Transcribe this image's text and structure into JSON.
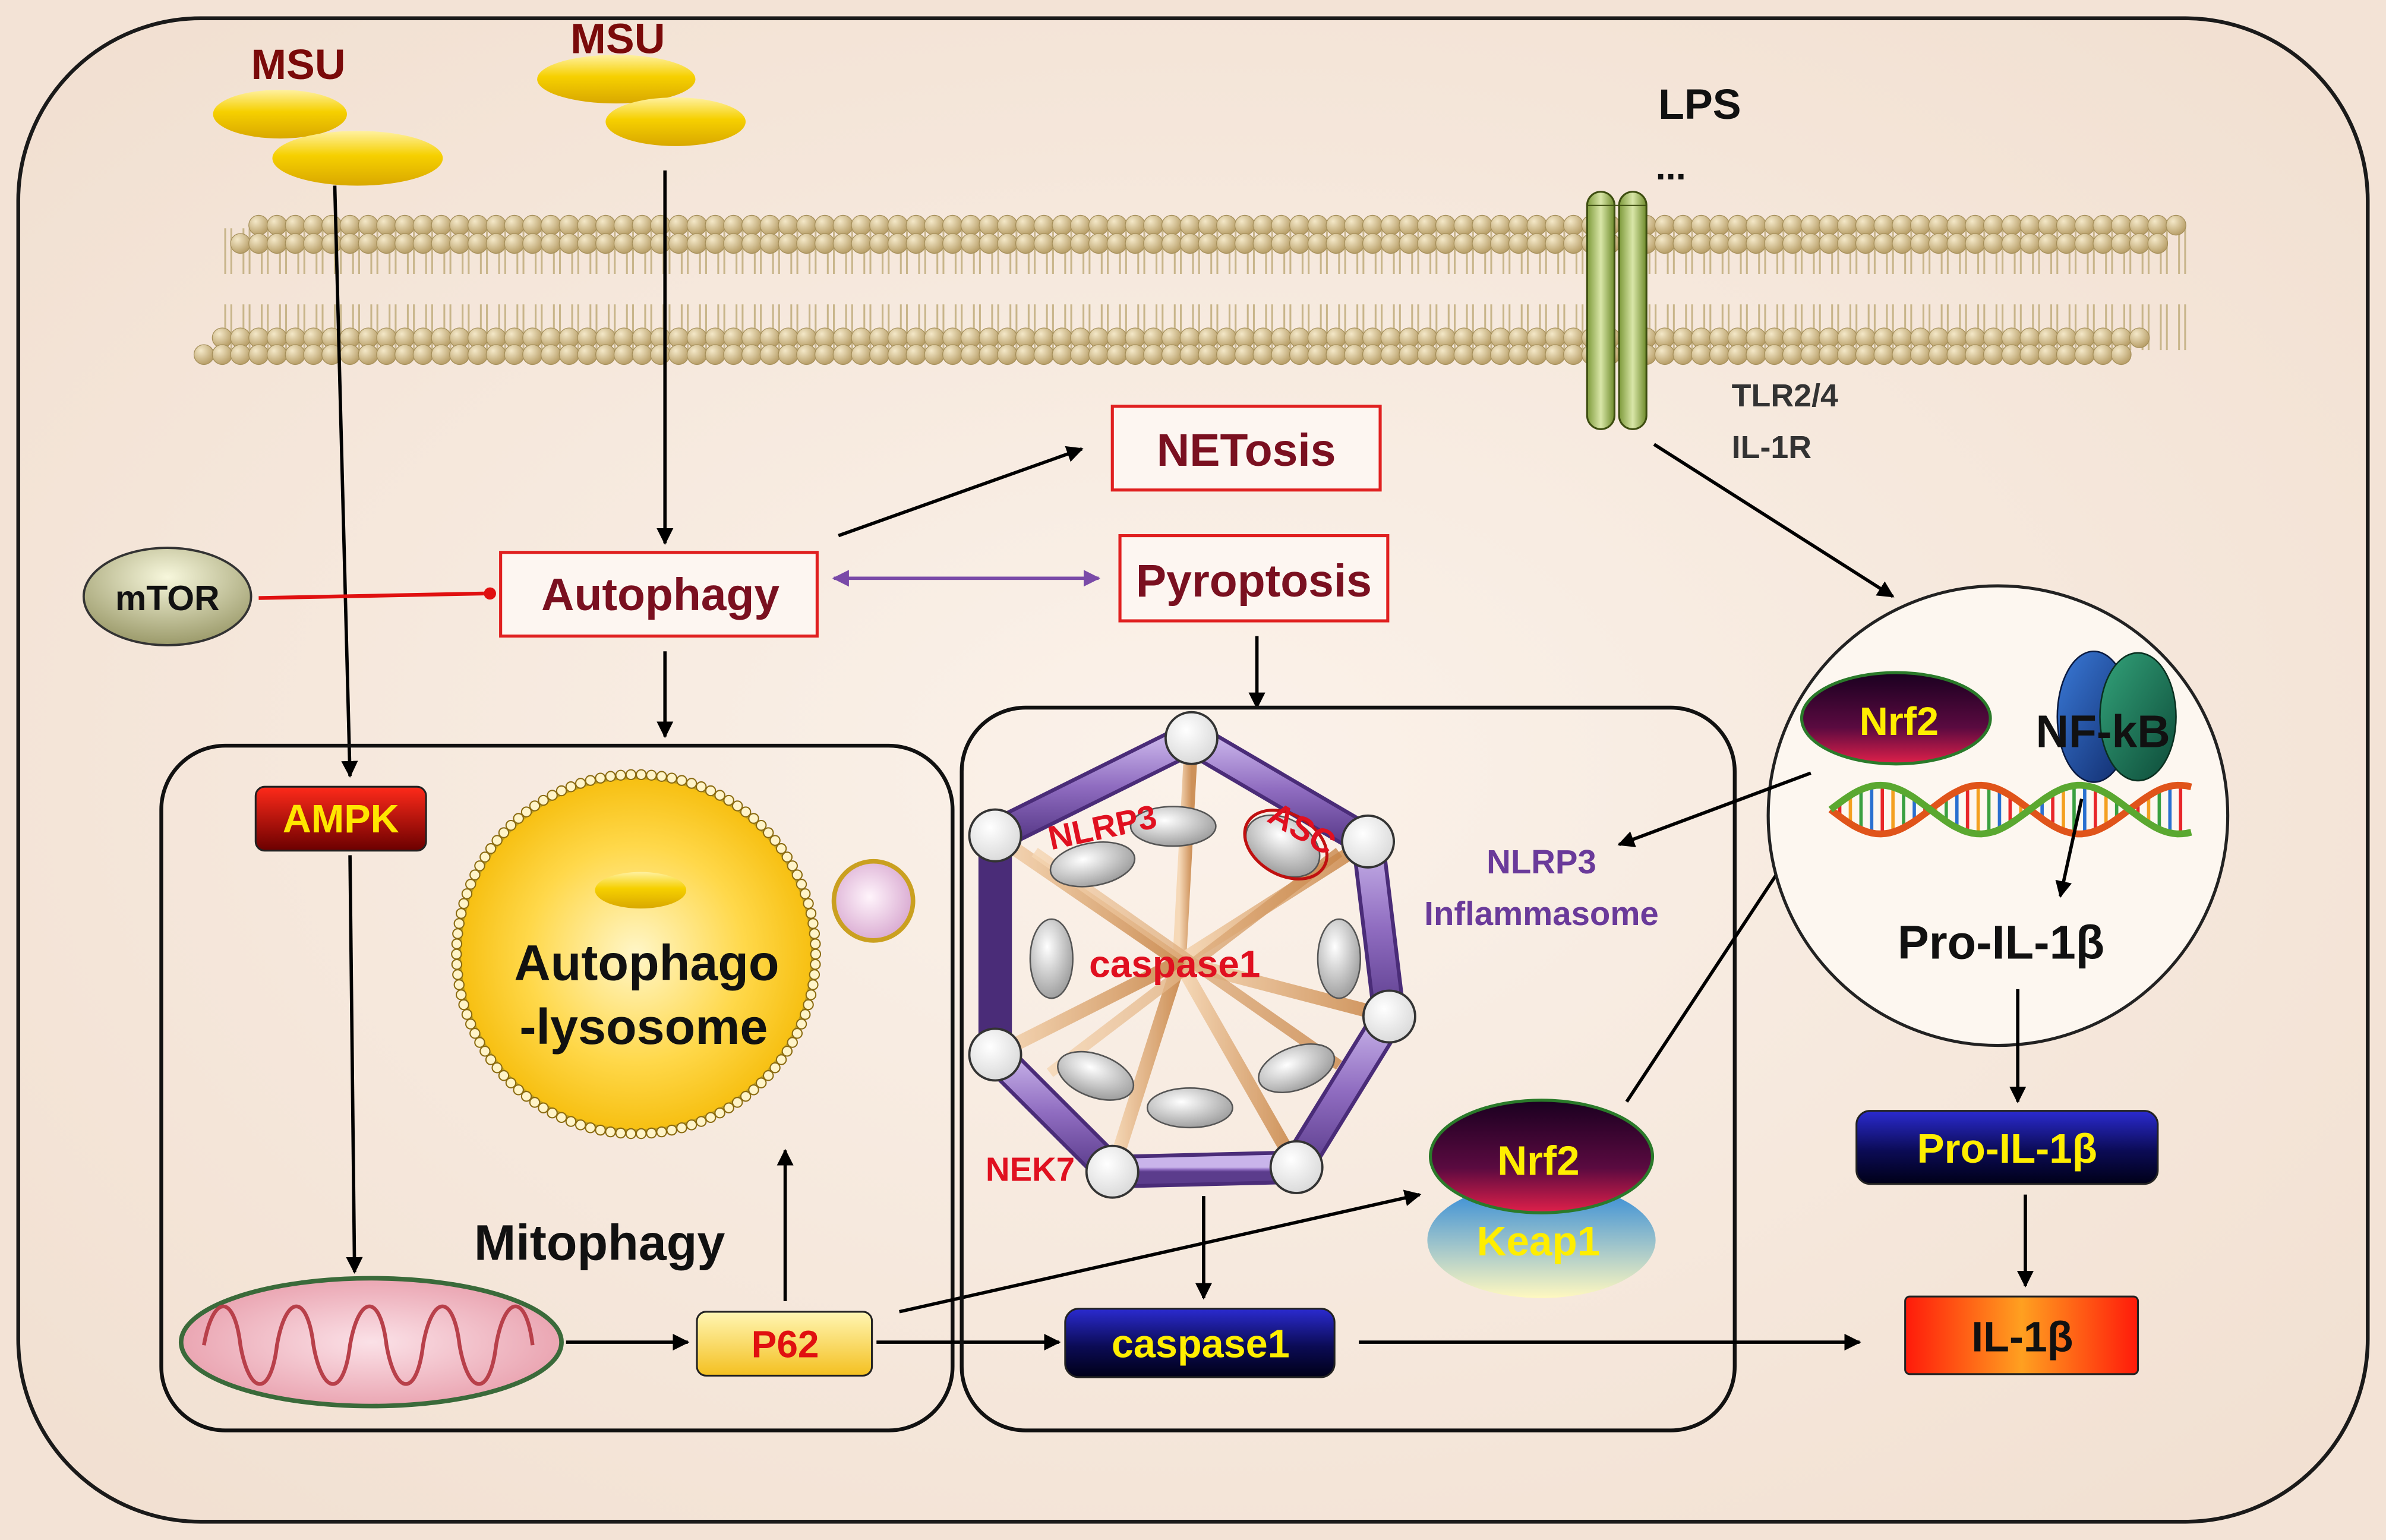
{
  "stimulus": {
    "msu_left": "MSU",
    "msu_right": "MSU",
    "lps": "LPS",
    "lps_more": "..."
  },
  "receptors": {
    "line1": "TLR2/4",
    "line2": "IL-1R"
  },
  "process_boxes": {
    "netosis": "NETosis",
    "autophagy": "Autophagy",
    "pyroptosis": "Pyroptosis"
  },
  "regulators": {
    "mtor": "mTOR",
    "ampk": "AMPK",
    "p62": "P62"
  },
  "autophagy_panel": {
    "autolysosome_line1": "Autophago",
    "autolysosome_line2": "-lysosome",
    "mitophagy": "Mitophagy"
  },
  "inflammasome_panel": {
    "nlrp3": "NLRP3",
    "asc": "ASC",
    "caspase1_core": "caspase1",
    "nek7": "NEK7",
    "caspase1": "caspase1"
  },
  "nrf2_keap1": {
    "nrf2": "Nrf2",
    "keap1": "Keap1"
  },
  "nucleus": {
    "nrf2": "Nrf2",
    "nfkb": "NF-kB",
    "pro_il1b": "Pro-IL-1β"
  },
  "inflammasome_label": {
    "line1": "NLRP3",
    "line2": "Inflammasome"
  },
  "cytokines": {
    "pro_il1b": "Pro-IL-1β",
    "il1b": "IL-1β"
  },
  "colors": {
    "background": "#f3e3d6",
    "red_label": "#e01020",
    "purple_label": "#6a3a9a",
    "msu_gold": "#f2c200",
    "lipid_head": "#d4bf8a",
    "inflammasome_ring": "#8f6cc0",
    "dark_blue_box": "#11115a"
  }
}
